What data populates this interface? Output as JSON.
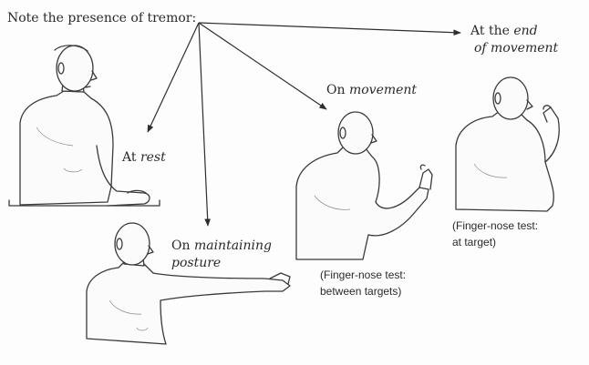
{
  "heading": "Note the presence of tremor:",
  "labels": {
    "rest": {
      "prefix": "At ",
      "emph": "rest"
    },
    "posture": {
      "prefix": "On ",
      "emph": "maintaining",
      "line2": "posture"
    },
    "movement": {
      "prefix": "On ",
      "emph": "movement"
    },
    "end": {
      "prefix": "At the ",
      "emph": "end",
      "line2": "of movement"
    }
  },
  "captions": {
    "between": {
      "line1": "(Finger-nose test:",
      "line2": "between targets)"
    },
    "target": {
      "line1": "(Finger-nose test:",
      "line2": "at target)"
    }
  }
}
